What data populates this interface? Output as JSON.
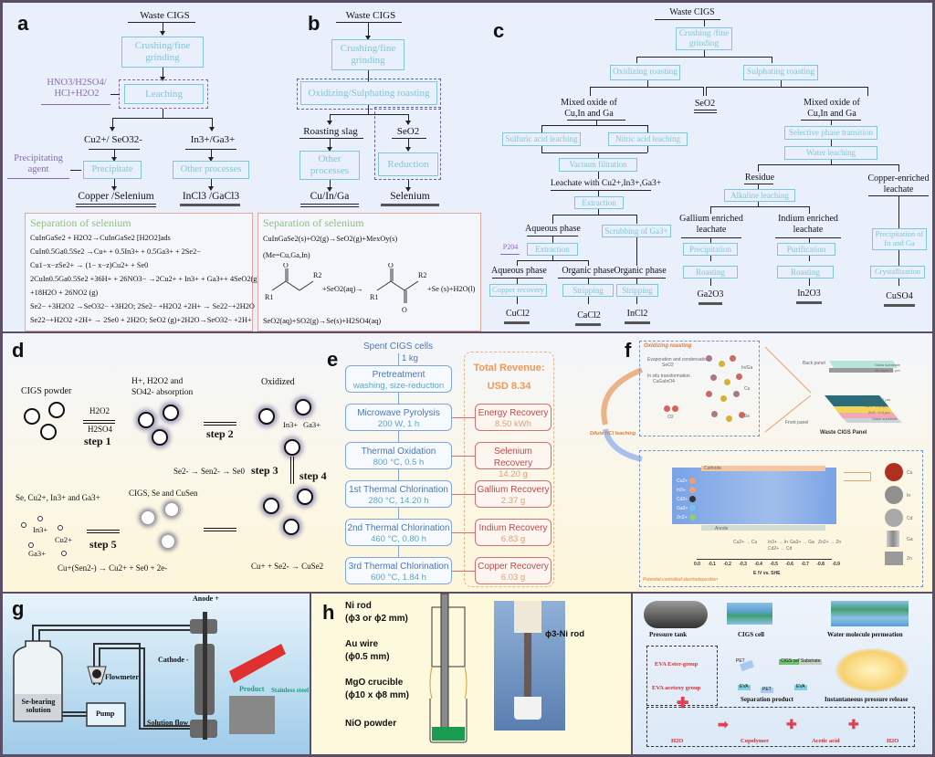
{
  "panel_a": {
    "letter": "a",
    "input": "Waste CIGS",
    "step1": "Crushing/fine grinding",
    "reagent": "HNO3/H2SO4/ HCl+H2O2",
    "step2": "Leaching",
    "branch_left": "Cu2+/ SeO32-",
    "branch_right": "In3+/Ga3+",
    "precip_agent": "Precipitating agent",
    "left_process": "Precipitate",
    "right_process": "Other processes",
    "left_product": "Copper /Selenium",
    "right_product": "InCl3 /GaCl3",
    "sep_title": "Separation of selenium",
    "equations": [
      "CuInGaSe2 + H2O2→CuInGaSe2 [H2O2]ads",
      "CuIn0.5Ga0.5Se2 →Cu+ + 0.5In3+ + 0.5Ga3+ + 2Se2−",
      "Cu1−x−zSe2+ → (1− x−z)Cu2+ + Se0",
      "2CuIn0.5Ga0.5Se2 +36H+ + 26NO3− →2Cu2+ + In3+ + Ga3++ 4SeO2(g)",
      "+18H2O + 26NO2 (g)",
      "Se2− +3H2O2 →SeO32− +3H2O;  2Se2− +H2O2 +2H+ → Se22−+2H2O",
      "Se22−+H2O2 +2H+ → 2Se0 + 2H2O;  SeO2 (g)+2H2O→SeO32− +2H+"
    ]
  },
  "panel_b": {
    "letter": "b",
    "input": "Waste CIGS",
    "step1": "Crushing/fine grinding",
    "step2": "Oxidizing/Sulphating roasting",
    "branch_left": "Roasting slag",
    "branch_right": "SeO2",
    "left_process": "Other processes",
    "right_process": "Reduction",
    "left_product": "Cu/In/Ga",
    "right_product": "Selenium",
    "sep_title": "Separation of selenium",
    "equations": [
      "CuInGaSe2(s)+O2(g)→SeO2(g)+MexOy(s)",
      "(Me=Cu,Ga,In)",
      "+SeO2(aq)→",
      "+Se (s)+H2O(l)",
      "SeO2(aq)+SO2(g)→Se(s)+H2SO4(aq)"
    ],
    "chem_labels": {
      "o": "O",
      "r1": "R1",
      "r2": "R2"
    }
  },
  "panel_c": {
    "letter": "c",
    "input": "Waste CIGS",
    "step1": "Crushing /fine grinding",
    "left_roast": "Oxidizing roasting",
    "right_roast": "Sulphating roasting",
    "center_product": "SeO2",
    "left_mixed": "Mixed oxide of Cu,In and Ga",
    "right_mixed": "Mixed oxide of Cu,In and Ga",
    "sulfuric": "Sulfuric acid leaching",
    "nitric": "Nitric acid leaching",
    "vacuum": "Vacuum filtration",
    "leachate": "Leachate with Cu2+,In3+,Ga3+",
    "extraction": "Extraction",
    "aqueous_phase": "Aqueous phase",
    "scrubbing": "Scrubbing of Ga3+",
    "p204": "P204",
    "extraction2": "Extraction",
    "aqueous_phase2": "Aqueous phase",
    "organic_phase1": "Organic phase",
    "organic_phase2": "Organic phase",
    "copper_recovery": "Copper recovery",
    "stripping1": "Stripping",
    "stripping2": "Stripping",
    "prod_cucl2": "CuCl2",
    "prod_cacl2": "CaCl2",
    "prod_incl2": "InCl2",
    "selective": "Selective phase transition",
    "water_leaching": "Water leaching",
    "residue": "Residue",
    "copper_enriched": "Copper-enriched leachate",
    "alkaline": "Alkaline leaching",
    "gallium_leachate": "Gallium enriched leachate",
    "indium_leachate": "Indium enriched leachate",
    "precipitation": "Precipitation",
    "purification": "Purification",
    "roasting1": "Roasting",
    "roasting2": "Roasting",
    "precip_in_ga": "Precipitation of In and Ga",
    "crystallization": "Crystallization",
    "prod_ga2o3": "Ga2O3",
    "prod_in2o3": "In2O3",
    "prod_cuso4": "CuSO4"
  },
  "panel_d": {
    "letter": "d",
    "label_powder": "CIGS powder",
    "label_absorption_1": "H+, H2O2 and",
    "label_absorption_2": "SO42- absorption",
    "label_oxidized": "Oxidized",
    "reagent_top": "H2O2",
    "reagent_bottom": "H2SO4",
    "step1": "step 1",
    "step2": "step 2",
    "step3": "step 3",
    "step4": "step 4",
    "step5": "step 5",
    "ion_in": "In3+",
    "ion_ga": "Ga3+",
    "se_chain": "Se2- → Sen2- → Se0",
    "label_cuse": "CIGS, Se and CuSen",
    "label_final": "Se, Cu2+, In3+ and Ga3+",
    "final_in": "In3+",
    "final_cu": "Cu2+",
    "final_ga": "Ga3+",
    "eq_bottom": "Cu+(Sen2-) → Cu2+ + Se0 + 2e-",
    "eq_cuse2": "Cu+ + Se2- → CuSe2"
  },
  "panel_e": {
    "letter": "e",
    "input": "Spent CIGS cells",
    "mass": "1 kg",
    "steps": [
      {
        "title": "Pretreatment",
        "detail": "washing, size-reduction"
      },
      {
        "title": "Microwave Pyrolysis",
        "detail": "200 W, 1 h"
      },
      {
        "title": "Thermal Oxidation",
        "detail": "800 °C, 0.5 h"
      },
      {
        "title": "1st Thermal Chlorination",
        "detail": "280 °C, 14.20 h"
      },
      {
        "title": "2nd Thermal Chlorination",
        "detail": "460 °C, 0.80 h"
      },
      {
        "title": "3rd Thermal Chlorination",
        "detail": "600 °C, 1.84 h"
      }
    ],
    "revenue_label": "Total Revenue:",
    "revenue_value": "USD 8.34",
    "recoveries": [
      {
        "title": "Energy Recovery",
        "value": "8.50 kWh"
      },
      {
        "title": "Selenium Recovery",
        "value": "14.20 g"
      },
      {
        "title": "Gallium Recovery",
        "value": "2.37 g"
      },
      {
        "title": "Indium Recovery",
        "value": "6.83 g"
      },
      {
        "title": "Copper Recovery",
        "value": "6.03 g"
      }
    ]
  },
  "panel_f": {
    "letter": "f",
    "oxidizing_title": "Oxidizing roasting",
    "evap_label": "Evaporation and condensation",
    "evap_formula": "SeO2",
    "insitu_label": "In situ transformation",
    "insitu_formula": "CuGaInO4",
    "o2": "O2",
    "atom_labels": [
      "In/Ga",
      "Cu",
      "Se"
    ],
    "dilute_hcl": "Dilute HCl leaching",
    "back_panel": "Back panel",
    "front_panel": "Front panel",
    "waste_panel": "Waste CIGS Panel",
    "layer_labels": [
      "Glass substrate",
      "Mo layer ~1 μm",
      "CIGS layer ~2 μm",
      "CdS ~0.05 μm",
      "ZnO ~0.4 μm",
      "Glass substrate"
    ],
    "cathode": "Cathode",
    "anode": "Anode",
    "ions": [
      "Cu2+",
      "In3+",
      "Cd2+",
      "Ga3+",
      "Zn2+"
    ],
    "reductions": [
      "Cu2+ → Cu",
      "In3+ → In",
      "Cd2+ → Cd",
      "Ga3+ → Ga",
      "Zn2+ → Zn"
    ],
    "axis_ticks": [
      "0.0",
      "-0.1",
      "-0.2",
      "-0.3",
      "-0.4",
      "-0.5",
      "-0.6",
      "-0.7",
      "-0.8",
      "-0.9"
    ],
    "axis_label": "E /V vs. SHE",
    "electro_title": "Potential-controlled electrodeposition",
    "product_labels": [
      "Cu",
      "In",
      "Cd",
      "Ga",
      "Zn"
    ],
    "colors": {
      "orange": "#e07a3a",
      "blue": "#6b93d6"
    }
  },
  "panel_g": {
    "letter": "g",
    "anode": "Anode +",
    "cathode": "Cathode -",
    "flowmeter": "Flowmeter",
    "pump": "Pump",
    "solution": "Se-bearing solution",
    "solution_flow": "Solution flow",
    "product": "Product",
    "stainless": "Stainless steel"
  },
  "panel_h": {
    "letter": "h",
    "ni_rod": "Ni rod",
    "ni_rod_dim": "(ϕ3 or ϕ2 mm)",
    "au_wire": "Au wire",
    "au_wire_dim": "(ϕ0.5 mm)",
    "mgo": "MgO crucible",
    "mgo_dim": "(ϕ10 x ϕ8 mm)",
    "nio": "NiO powder",
    "photo_label": "ϕ3-Ni rod"
  },
  "panel_i": {
    "letter": "i",
    "pressure_tank": "Pressure tank",
    "cigs_cell": "CIGS cell",
    "permeation": "Water molecule permeation",
    "ester": "EVA Ester-group",
    "acetoxy": "EVA acetoxy group",
    "separation": "Separation product",
    "release": "Instantaneous pressure release",
    "film_labels": [
      "PET",
      "CIGS cell",
      "Substrate",
      "EVA",
      "PET",
      "EVA"
    ],
    "h2o_left": "H2O",
    "copolymer": "Copolymer",
    "acetic": "Acetic acid",
    "h2o_right": "H2O"
  }
}
